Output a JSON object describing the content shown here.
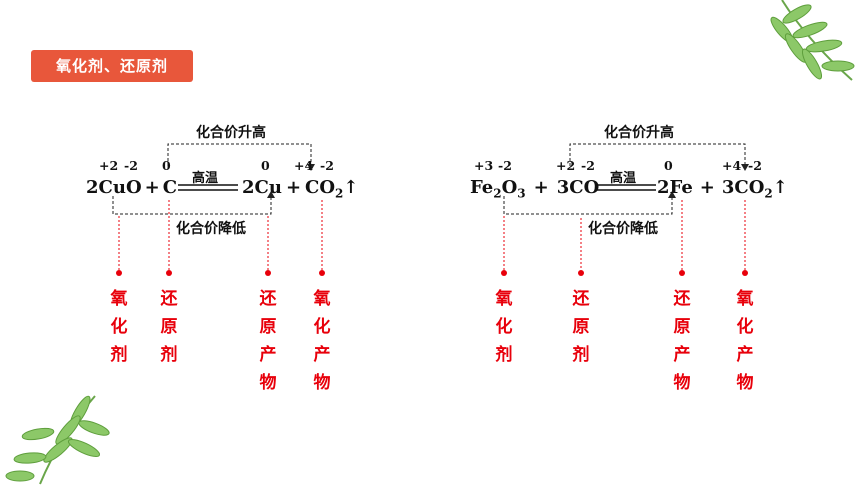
{
  "section_title": "氧化剂、还原剂",
  "reaction1": {
    "valence": [
      "+2",
      "-2",
      "0",
      "0",
      "+4",
      "-2"
    ],
    "species": [
      "2CuO",
      "+",
      "C",
      "2Cu",
      "+",
      "CO"
    ],
    "co2_sub": "2",
    "gas_arrow": "↑",
    "condition": "高温",
    "rise_label": "化合价升高",
    "fall_label": "化合价降低",
    "roles": [
      {
        "chars": [
          "氧",
          "化",
          "剂"
        ]
      },
      {
        "chars": [
          "还",
          "原",
          "剂"
        ]
      },
      {
        "chars": [
          "还",
          "原",
          "产",
          "物"
        ]
      },
      {
        "chars": [
          "氧",
          "化",
          "产",
          "物"
        ]
      }
    ]
  },
  "reaction2": {
    "valence": [
      "+3",
      "-2",
      "+2",
      "-2",
      "0",
      "+4",
      "-2"
    ],
    "fe_symbol": "Fe",
    "fe_sub": "2",
    "o_symbol": "O",
    "o_sub": "3",
    "plus": "+",
    "co": "3CO",
    "fe": "2Fe",
    "co2": "3CO",
    "co2_sub": "2",
    "gas_arrow": "↑",
    "condition": "高温",
    "rise_label": "化合价升高",
    "fall_label": "化合价降低",
    "roles": [
      {
        "chars": [
          "氧",
          "化",
          "剂"
        ]
      },
      {
        "chars": [
          "还",
          "原",
          "剂"
        ]
      },
      {
        "chars": [
          "还",
          "原",
          "产",
          "物"
        ]
      },
      {
        "chars": [
          "氧",
          "化",
          "产",
          "物"
        ]
      }
    ]
  },
  "colors": {
    "accent": "#e8573b",
    "role_text": "#e8000b",
    "leaf": "#8cc868"
  }
}
